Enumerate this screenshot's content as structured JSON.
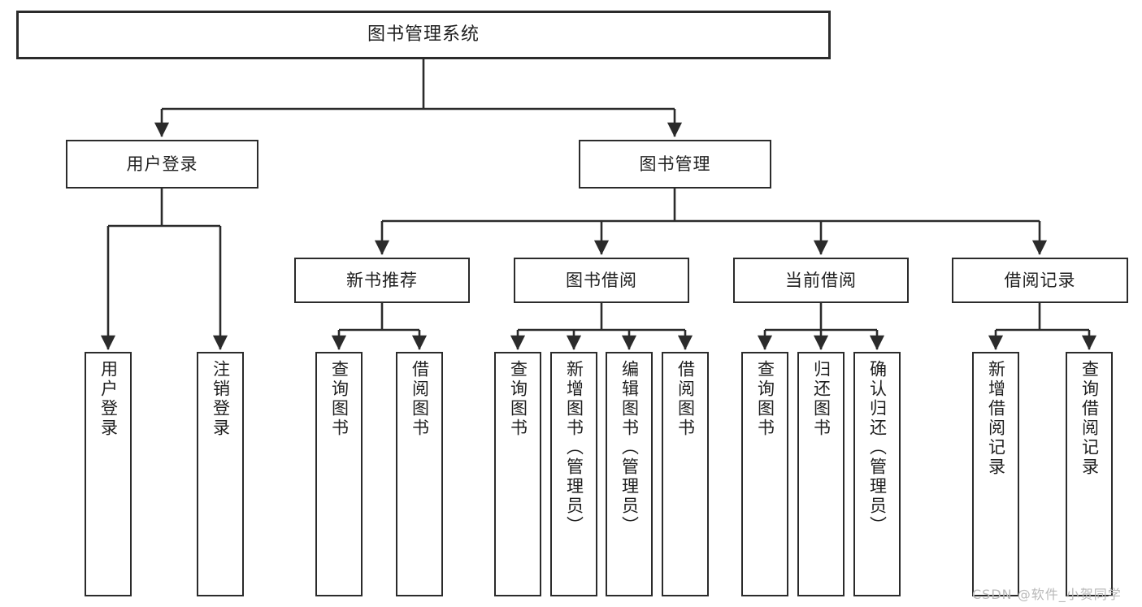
{
  "diagram": {
    "title": "图书管理系统",
    "type": "tree-hierarchy-diagram",
    "colors": {
      "background": "#ffffff",
      "node_border": "#2b2b2b",
      "node_fill": "#ffffff",
      "text": "#1f1f1f",
      "edge": "#2b2b2b",
      "watermark": "#b9b9b9"
    },
    "watermark": "CSDN @软件_小贺同学",
    "nodes": {
      "root": {
        "label": "图书管理系统"
      },
      "level2": [
        {
          "id": "user-login",
          "label": "用户登录"
        },
        {
          "id": "book-management",
          "label": "图书管理"
        }
      ],
      "level3": [
        {
          "id": "new-book-recommend",
          "label": "新书推荐"
        },
        {
          "id": "book-borrow",
          "label": "图书借阅"
        },
        {
          "id": "current-borrow",
          "label": "当前借阅"
        },
        {
          "id": "borrow-record",
          "label": "借阅记录"
        }
      ],
      "leaves": {
        "user_login": [
          {
            "id": "leaf-user-login",
            "label": "用户登录"
          },
          {
            "id": "leaf-logout-login",
            "label": "注销登录"
          }
        ],
        "new_book_recommend": [
          {
            "id": "leaf-query-book-1",
            "label": "查询图书"
          },
          {
            "id": "leaf-borrow-book-1",
            "label": "借阅图书"
          }
        ],
        "book_borrow": [
          {
            "id": "leaf-query-book-2",
            "label": "查询图书"
          },
          {
            "id": "leaf-add-book",
            "label": "新增图书（管理员）"
          },
          {
            "id": "leaf-edit-book",
            "label": "编辑图书（管理员）"
          },
          {
            "id": "leaf-borrow-book-2",
            "label": "借阅图书"
          }
        ],
        "current_borrow": [
          {
            "id": "leaf-query-book-3",
            "label": "查询图书"
          },
          {
            "id": "leaf-return-book",
            "label": "归还图书"
          },
          {
            "id": "leaf-confirm-return",
            "label": "确认归还（管理员）"
          }
        ],
        "borrow_record": [
          {
            "id": "leaf-add-record",
            "label": "新增借阅记录"
          },
          {
            "id": "leaf-query-record",
            "label": "查询借阅记录"
          }
        ]
      }
    }
  }
}
